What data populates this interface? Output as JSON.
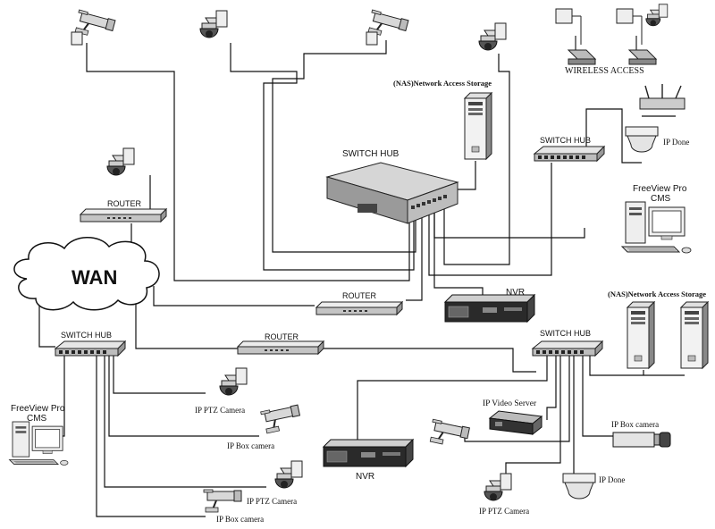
{
  "labels": {
    "wireless_access": "WIRELESS ACCESS",
    "nas_top": "(NAS)Network Access Storage",
    "switch_hub_center": "SWITCH HUB",
    "switch_hub_right_top": "SWITCH HUB",
    "ip_done_top": "IP Done",
    "freeview_right_line1": "FreeView Pro",
    "freeview_right_line2": "CMS",
    "router_left": "ROUTER",
    "wan": "WAN",
    "router_mid": "ROUTER",
    "nvr_mid": "NVR",
    "nas_right": "(NAS)Network Access Storage",
    "router_lower": "ROUTER",
    "switch_hub_left": "SWITCH HUB",
    "switch_hub_right_bottom": "SWITCH HUB",
    "freeview_left_line1": "FreeView Pro",
    "freeview_left_line2": "CMS",
    "ip_ptz_camera_1": "IP PTZ Camera",
    "ip_box_camera_1": "IP Box camera",
    "ip_ptz_camera_2": "IP PTZ Camera",
    "ip_box_camera_2": "IP Box camera",
    "nvr_bottom": "NVR",
    "ip_video_server": "IP Video Server",
    "ip_box_camera_3": "IP Box camera",
    "ip_done_bottom": "IP Done",
    "ip_ptz_camera_3": "IP PTZ Camera"
  },
  "icons": {
    "box_camera": "box-camera-icon",
    "ptz_camera": "ptz-dome-camera-icon",
    "switch": "network-switch-icon",
    "router": "router-icon",
    "nvr": "nvr-recorder-icon",
    "nas": "nas-tower-icon",
    "pc": "desktop-pc-icon",
    "cloud": "cloud-icon",
    "wireless": "wireless-access-point-icon",
    "dome": "dome-camera-icon",
    "video_server": "video-server-icon"
  }
}
